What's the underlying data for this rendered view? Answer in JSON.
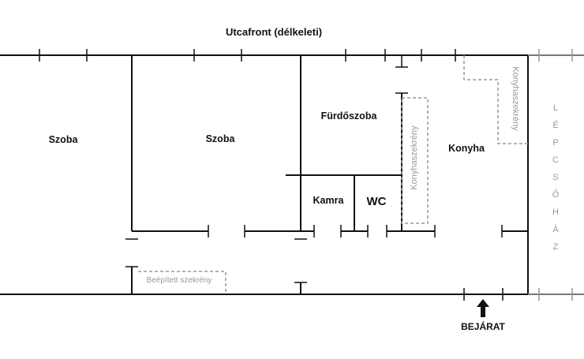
{
  "title": "Utcafront (délkeleti)",
  "rooms": {
    "szoba_left": "Szoba",
    "szoba_mid": "Szoba",
    "furdoszoba": "Fürdőszoba",
    "kamra": "Kamra",
    "wc": "WC",
    "konyha": "Konyha"
  },
  "furniture": {
    "konyhaszekreny_1": "Konyhaszekrény",
    "konyhaszekreny_2": "Konyhaszekrény",
    "beepitett": "Beépített szekrény"
  },
  "stairwell_letters": [
    "L",
    "É",
    "P",
    "C",
    "S",
    "Ő",
    "H",
    "Á",
    "Z"
  ],
  "entrance": "BEJÁRAT",
  "colors": {
    "wall": "#111111",
    "furniture": "#999999"
  }
}
